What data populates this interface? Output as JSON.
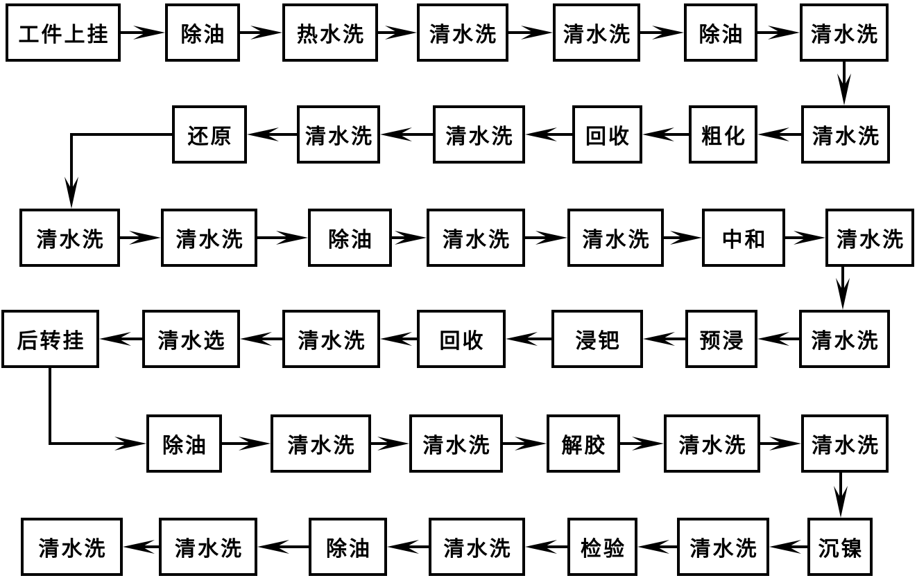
{
  "diagram": {
    "type": "flowchart",
    "colors": {
      "ink": "#000000",
      "background": "#ffffff"
    },
    "rows": [
      {
        "direction": "right",
        "nodes": [
          "工件上挂",
          "除油",
          "热水洗",
          "清水洗",
          "清水洗",
          "除油",
          "清水洗"
        ]
      },
      {
        "direction": "left",
        "nodes": [
          "还原",
          "清水洗",
          "清水洗",
          "回收",
          "粗化",
          "清水洗"
        ]
      },
      {
        "direction": "right",
        "nodes": [
          "清水洗",
          "清水洗",
          "除油",
          "清水洗",
          "清水洗",
          "中和",
          "清水洗"
        ]
      },
      {
        "direction": "left",
        "nodes": [
          "后转挂",
          "清水选",
          "清水洗",
          "回收",
          "浸钯",
          "预浸",
          "清水洗"
        ]
      },
      {
        "direction": "right",
        "nodes": [
          "除油",
          "清水洗",
          "清水洗",
          "解胶",
          "清水洗",
          "清水洗"
        ]
      },
      {
        "direction": "left",
        "nodes": [
          "清水洗",
          "清水洗",
          "除油",
          "清水洗",
          "检验",
          "清水洗",
          "沉镍"
        ]
      }
    ],
    "flow_sequence": [
      "工件上挂",
      "除油",
      "热水洗",
      "清水洗",
      "清水洗",
      "除油",
      "清水洗",
      "清水洗",
      "粗化",
      "回收",
      "清水洗",
      "清水洗",
      "还原",
      "清水洗",
      "清水洗",
      "除油",
      "清水洗",
      "清水洗",
      "中和",
      "清水洗",
      "清水洗",
      "预浸",
      "浸钯",
      "回收",
      "清水洗",
      "清水选",
      "后转挂",
      "除油",
      "清水洗",
      "清水洗",
      "解胶",
      "清水洗",
      "清水洗",
      "沉镍",
      "清水洗",
      "检验",
      "清水洗",
      "除油",
      "清水洗",
      "清水洗"
    ]
  }
}
